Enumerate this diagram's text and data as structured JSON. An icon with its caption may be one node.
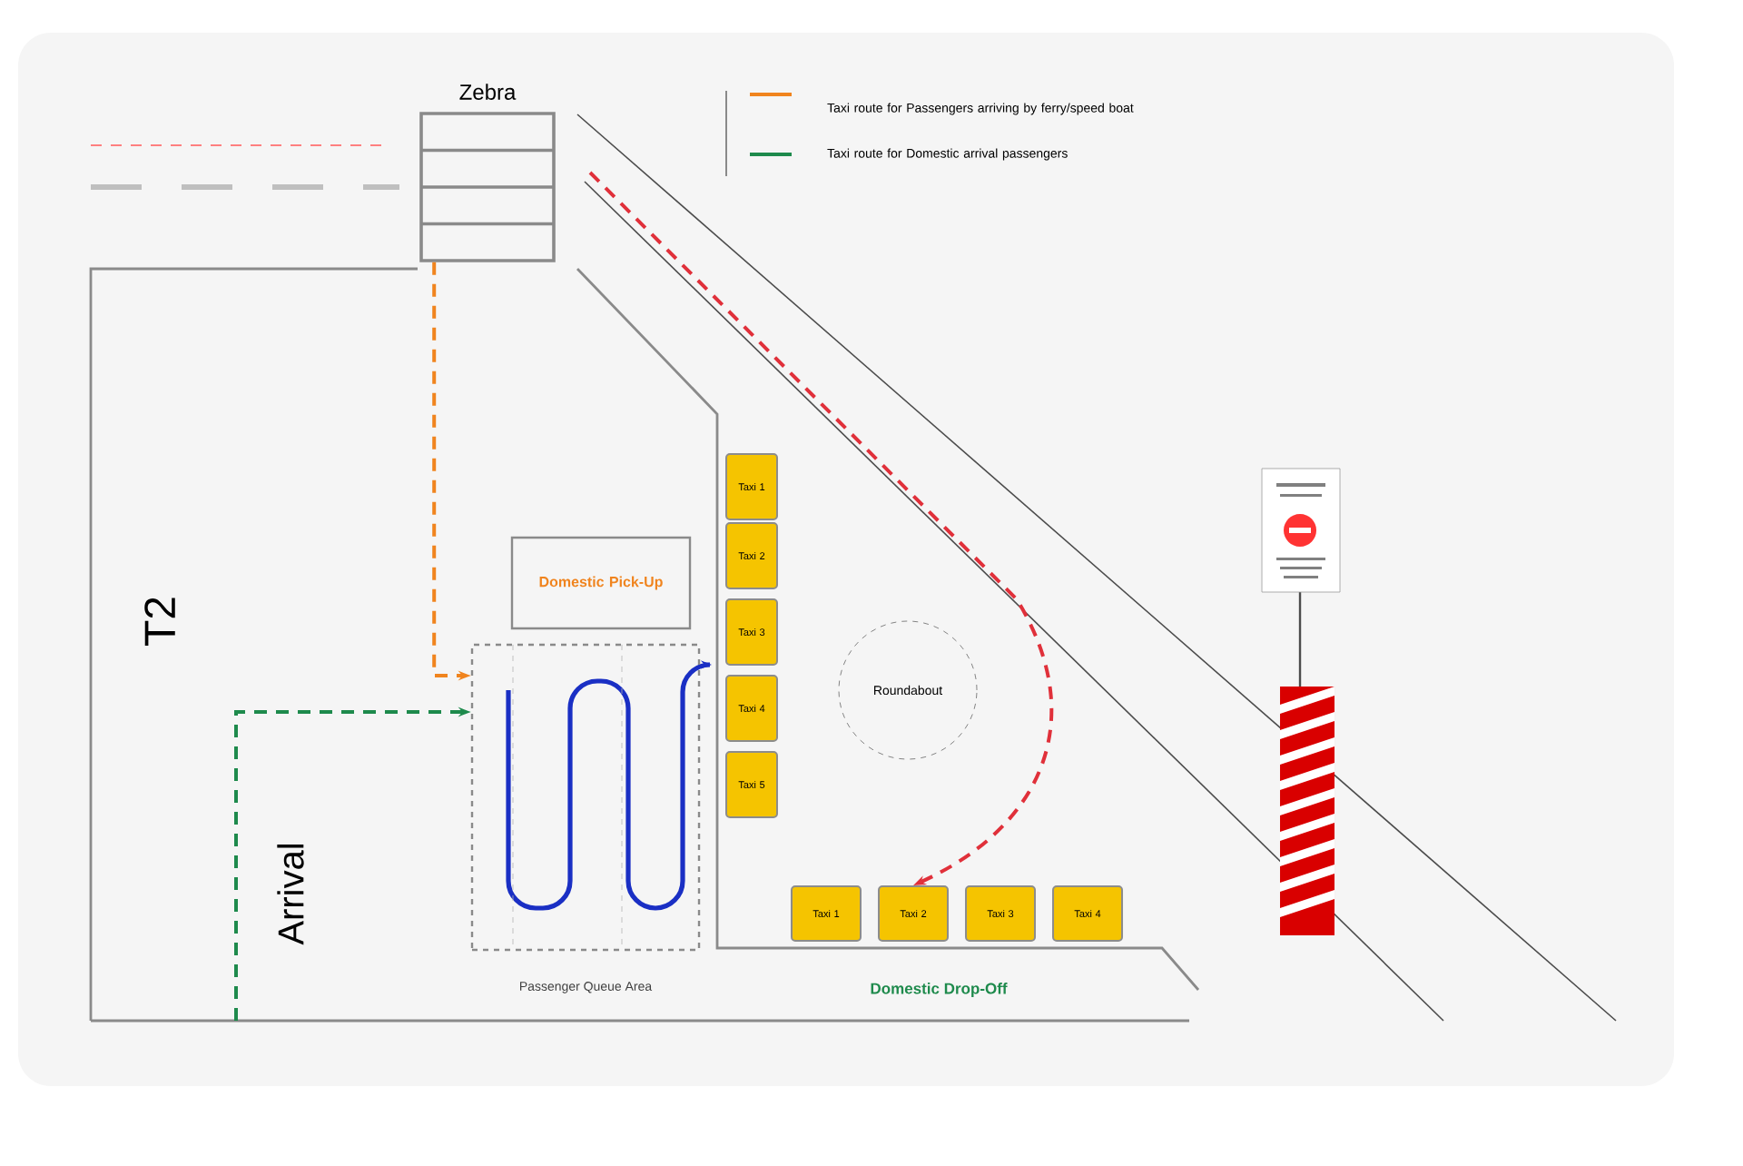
{
  "diagram": {
    "nodes": [
      {
        "text": [
          "Zebra"
        ]
      },
      {
        "text": [
          "Domestic Pick-Up"
        ]
      },
      {
        "text": [
          "Passenger Queue Area"
        ]
      },
      {
        "text": [
          "Taxi 1"
        ]
      },
      {
        "text": [
          "Taxi 2"
        ]
      },
      {
        "text": [
          "Taxi 3"
        ]
      },
      {
        "text": [
          "Taxi 4"
        ]
      },
      {
        "text": [
          "Taxi 5"
        ]
      },
      {
        "text": [
          "Roundabout"
        ]
      },
      {
        "text": [
          "Taxi 1"
        ]
      },
      {
        "text": [
          "Taxi 2"
        ]
      },
      {
        "text": [
          "Taxi 3"
        ]
      },
      {
        "text": [
          "Taxi 4"
        ]
      }
    ],
    "edges": [
      {
        "from": 0,
        "to": 2,
        "arrow": "to",
        "style": "dashed",
        "color": "#f0841e"
      },
      {
        "from": null,
        "to": 2,
        "arrow": "to",
        "style": "dashed",
        "color": "#1e8a4c"
      },
      {
        "from": null,
        "to": 10,
        "arrow": "to",
        "style": "dashed",
        "color": "#e0303a"
      }
    ],
    "labels": [
      "T2",
      "Arrival",
      "Domestic Drop-Off"
    ],
    "legend": [
      {
        "text": "Taxi route for Passengers arriving by ferry/speed boat"
      },
      {
        "text": "Taxi route for Domestic arrival passengers"
      }
    ]
  }
}
